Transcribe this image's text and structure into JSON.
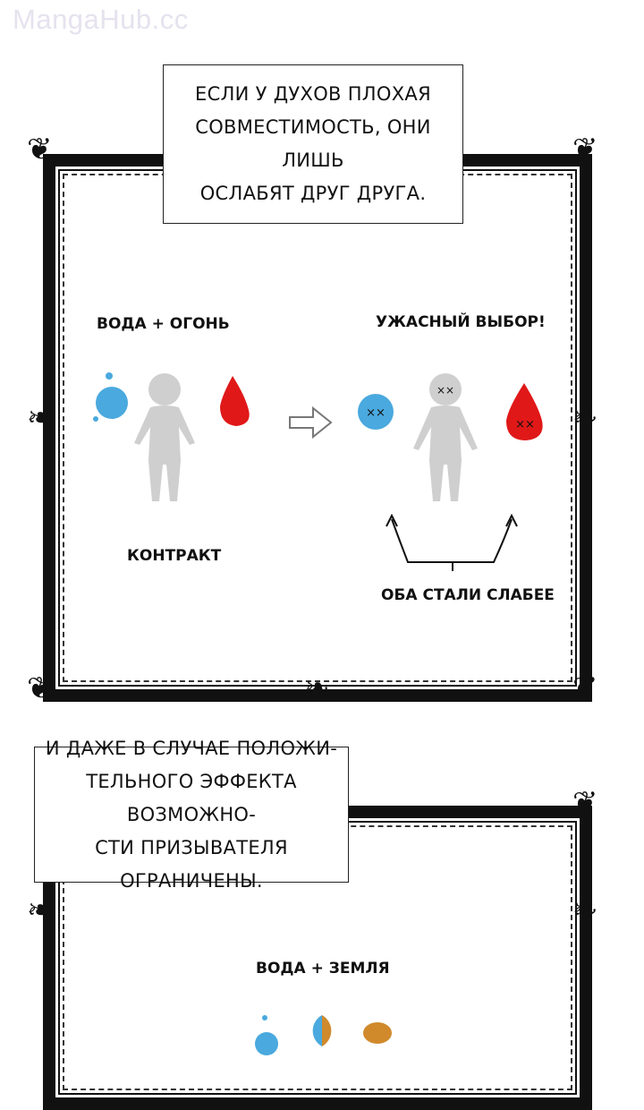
{
  "watermark": "MangaHub.cc",
  "panel1": {
    "caption_lines": [
      "ЕСЛИ У ДУХОВ ПЛОХАЯ",
      "СОВМЕСТИМОСТЬ, ОНИ ЛИШЬ",
      "ОСЛАБЯТ ДРУГ ДРУГА."
    ],
    "combo_label": "ВОДА + ОГОНЬ",
    "result_label": "УЖАСНЫЙ ВЫБОР!",
    "contract_label": "КОНТРАКТ",
    "weaker_label": "ОБА СТАЛИ СЛАБЕЕ",
    "colors": {
      "water": "#4aa9de",
      "fire": "#e01818",
      "human": "#cfcfcf"
    }
  },
  "panel2": {
    "caption_lines": [
      "И ДАЖЕ В СЛУЧАЕ ПОЛОЖИ-",
      "ТЕЛЬНОГО ЭФФЕКТА ВОЗМОЖНО-",
      "СТИ ПРИЗЫВАТЕЛЯ ОГРАНИЧЕНЫ."
    ],
    "combo_label": "ВОДА + ЗЕМЛЯ",
    "colors": {
      "water": "#4aa9de",
      "earth": "#d08a2c"
    }
  }
}
